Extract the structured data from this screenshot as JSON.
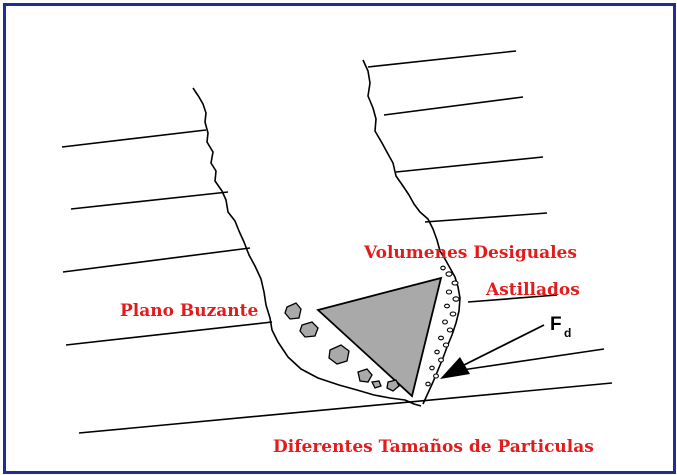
{
  "labels": {
    "volumenes_line1": "Volumenes Desiguales",
    "volumenes_line2": "Astillados",
    "plano": "Plano Buzante",
    "diferentes": "Diferentes Tamaños de Particulas",
    "force": "F",
    "force_sub": "d"
  },
  "colors": {
    "border": "#1f2f8f",
    "label": "#e31b1b",
    "wedge_fill": "#a9a9a9",
    "ink": "#000000"
  }
}
